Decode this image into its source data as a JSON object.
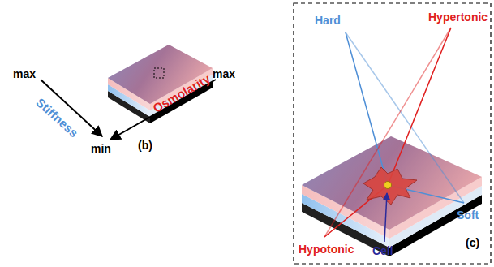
{
  "diagram": {
    "labels": [
      "max",
      "Stiffness",
      "min",
      "Osmolarity",
      "max",
      "(b)",
      "Hard",
      "Hypertonic",
      "Hypotonic",
      "Soft",
      "Cell",
      "(c)"
    ]
  }
}
